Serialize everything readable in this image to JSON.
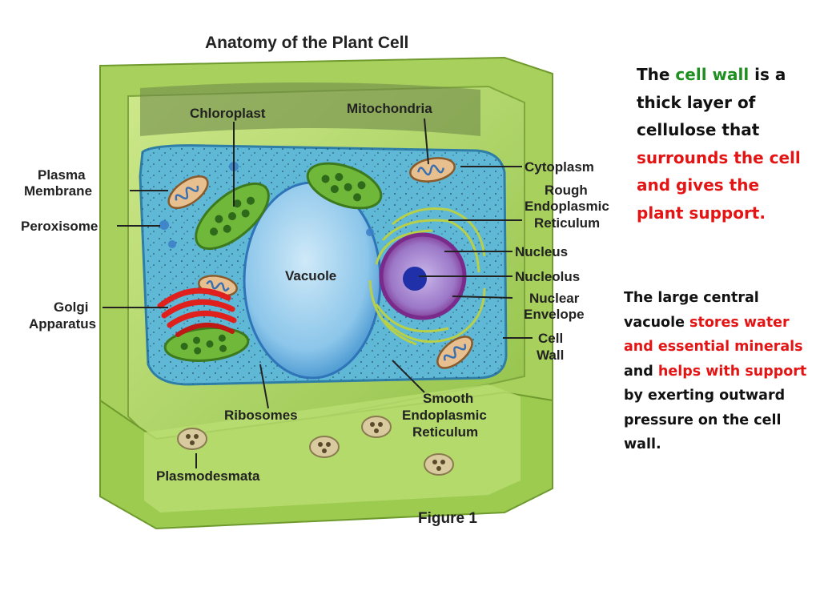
{
  "diagram": {
    "title": "Anatomy of the Plant Cell",
    "caption": "Figure 1",
    "labels": {
      "chloroplast": "Chloroplast",
      "mitochondria": "Mitochondria",
      "plasma_membrane_1": "Plasma",
      "plasma_membrane_2": "Membrane",
      "peroxisome": "Peroxisome",
      "golgi_1": "Golgi",
      "golgi_2": "Apparatus",
      "vacuole": "Vacuole",
      "cytoplasm": "Cytoplasm",
      "rough_er_1": "Rough",
      "rough_er_2": "Endoplasmic",
      "rough_er_3": "Reticulum",
      "nucleus": "Nucleus",
      "nucleolus": "Nucleolus",
      "nuclear_envelope_1": "Nuclear",
      "nuclear_envelope_2": "Envelope",
      "cell_wall_1": "Cell",
      "cell_wall_2": "Wall",
      "smooth_er_1": "Smooth",
      "smooth_er_2": "Endoplasmic",
      "smooth_er_3": "Reticulum",
      "ribosomes": "Ribosomes",
      "plasmodesmata": "Plasmodesmata"
    }
  },
  "note1": {
    "p1": "The ",
    "highlight_green": "cell wall",
    "p2": " is a thick layer of cellulose that ",
    "highlight_red": "surrounds the cell and gives the plant support."
  },
  "note2": {
    "p1": "The large central vacuole ",
    "red1": "stores water and essential minerals",
    "p2": " and ",
    "red2": "helps with support",
    "p3": " by exerting outward pressure on the cell wall."
  },
  "colors": {
    "cell_wall": "#b5d96a",
    "cytoplasm": "#5eb8d6",
    "vacuole": "#9fd0ec",
    "chloroplast": "#4f9a2a",
    "golgi": "#e0201c",
    "nucleus": "#8a3aa0",
    "green_text": "#1f8f1f",
    "red_text": "#e41414"
  }
}
